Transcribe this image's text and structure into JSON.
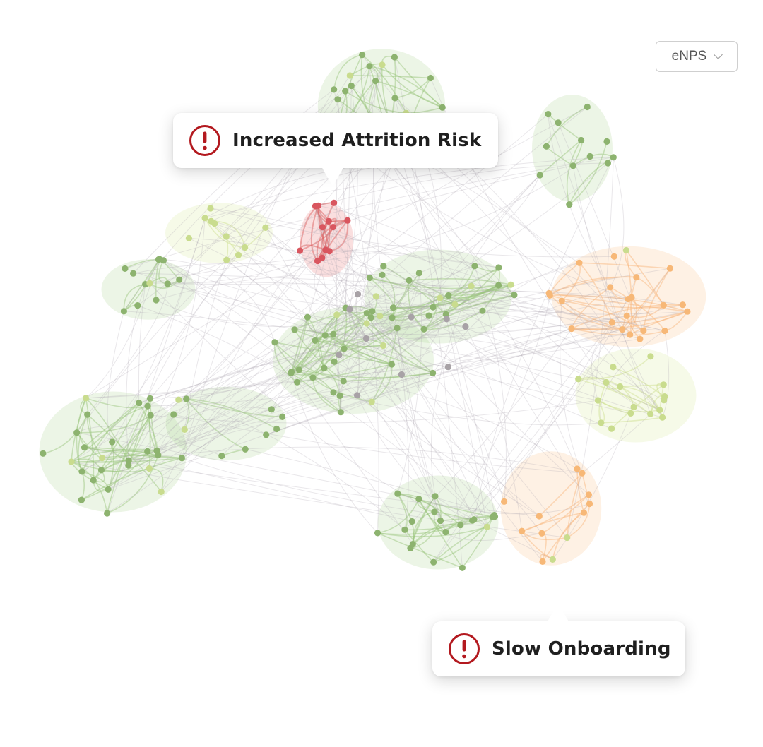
{
  "metric_select": {
    "selected": "eNPS"
  },
  "callouts": {
    "attrition": {
      "label": "Increased Attrition Risk",
      "icon": "alert-circle-icon"
    },
    "onboarding": {
      "label": "Slow Onboarding",
      "icon": "alert-circle-icon"
    }
  },
  "colors": {
    "positive": "#8db36f",
    "positive_light": "#c9dc8e",
    "neutral": "#a8a2a6",
    "attrition": "#d9565f",
    "onboarding": "#f7b877",
    "alert": "#b3191f"
  }
}
